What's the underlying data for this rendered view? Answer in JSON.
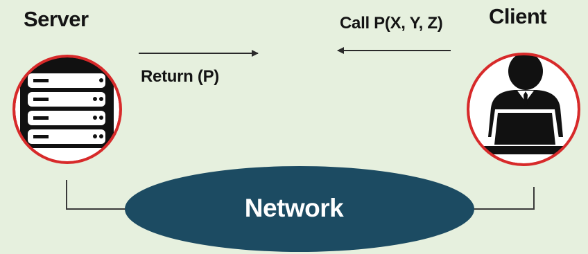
{
  "diagram": {
    "server_label": "Server",
    "client_label": "Client",
    "call_label": "Call P(X, Y, Z)",
    "return_label": "Return (P)",
    "network_label": "Network"
  },
  "colors": {
    "background": "#e6f0de",
    "network_fill": "#1c4b62",
    "circle_border": "#d72a2a",
    "icon": "#111111",
    "line": "#3a3a3a"
  },
  "icons": {
    "server": "server-rack-icon",
    "client": "user-laptop-icon"
  }
}
